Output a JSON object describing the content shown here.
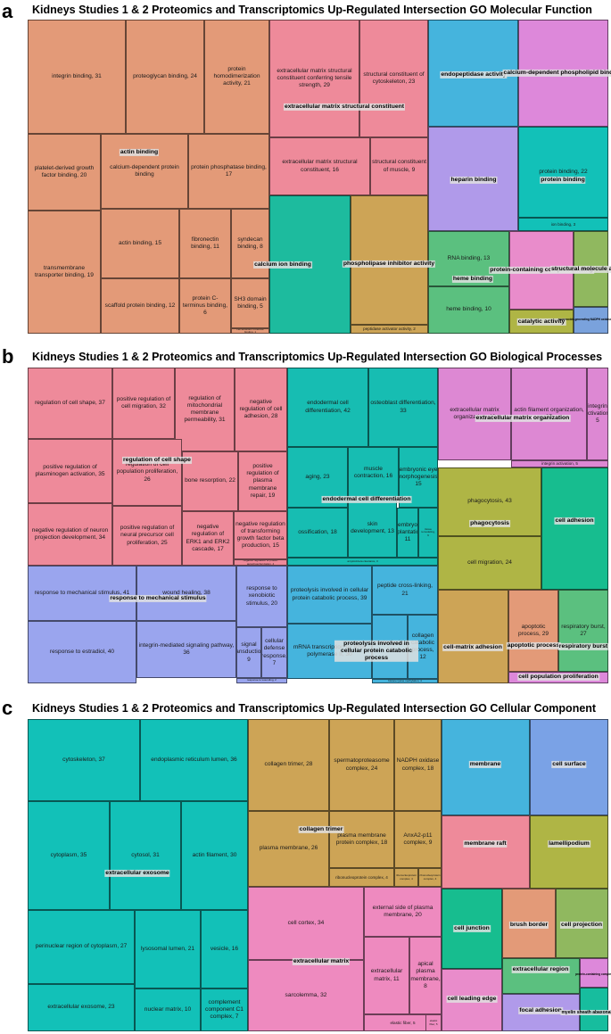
{
  "panels": [
    {
      "letter": "a",
      "title": "Kidneys Studies 1 & 2 Proteomics and Transcriptomics Up-Regulated Intersection GO Molecular Function"
    },
    {
      "letter": "b",
      "title": "Kidneys Studies 1 & 2 Proteomics and Transcriptomics Up-Regulated Intersection GO Biological Processes"
    },
    {
      "letter": "c",
      "title": "Kidneys Studies 1 & 2 Proteomics and Transcriptomics Up-Regulated Intersection GO Cellular Component"
    }
  ],
  "chart_data": [
    {
      "type": "treemap",
      "title": "Kidneys Studies 1 & 2 Proteomics and Transcriptomics Up-Regulated Intersection GO Molecular Function",
      "groups": [
        {
          "name": "actin binding",
          "color": "#E39A78",
          "terms": [
            {
              "label": "integrin binding, 31",
              "value": 31
            },
            {
              "label": "proteoglycan binding, 24",
              "value": 24
            },
            {
              "label": "protein homodimerization activity, 21",
              "value": 21
            },
            {
              "label": "platelet-derived growth factor binding, 20",
              "value": 20
            },
            {
              "label": "calcium-dependent protein binding",
              "value": null
            },
            {
              "label": "protein phosphatase binding, 17",
              "value": 17
            },
            {
              "label": "transmembrane transporter binding, 19",
              "value": 19
            },
            {
              "label": "actin binding, 15",
              "value": 15
            },
            {
              "label": "fibronectin binding, 11",
              "value": 11
            },
            {
              "label": "syndecan binding, 8",
              "value": 8
            },
            {
              "label": "scaffold protein binding, 12",
              "value": 12
            },
            {
              "label": "protein C-terminus binding, 6",
              "value": 6
            },
            {
              "label": "SH3 domain binding, 5",
              "value": 5
            },
            {
              "label": "cell adhesion molecule binding, 1",
              "value": 1
            }
          ]
        },
        {
          "name": "extracellular matrix structural constituent",
          "color": "#EE8A9A",
          "terms": [
            {
              "label": "extracellular matrix structural constituent conferring tensile strength, 29",
              "value": 29
            },
            {
              "label": "structural constituent of cytoskeleton, 23",
              "value": 23
            },
            {
              "label": "extracellular matrix structural constituent, 16",
              "value": 16
            },
            {
              "label": "structural constituent of muscle, 9",
              "value": 9
            }
          ]
        },
        {
          "name": "calcium ion binding",
          "color": "#1DBB9E",
          "terms": []
        },
        {
          "name": "phospholipase inhibitor activity",
          "color": "#CDA456",
          "terms": [
            {
              "label": "peptidase activator activity, 2",
              "value": 2
            }
          ]
        },
        {
          "name": "endopeptidase activity",
          "color": "#45B4DD",
          "terms": []
        },
        {
          "name": "calcium-dependent phospholipid binding",
          "color": "#DD88DA",
          "terms": []
        },
        {
          "name": "heparin binding",
          "color": "#B09AEA",
          "terms": []
        },
        {
          "name": "protein binding",
          "color": "#12C1B8",
          "terms": [
            {
              "label": "protein binding, 22",
              "value": 22
            },
            {
              "label": "ion binding, 3",
              "value": 3
            }
          ]
        },
        {
          "name": "heme binding",
          "color": "#5BC07F",
          "terms": [
            {
              "label": "RNA binding, 13",
              "value": 13
            },
            {
              "label": "heme binding, 10",
              "value": 10
            }
          ]
        },
        {
          "name": "protein-containing complex binding",
          "color": "#E98CCB",
          "terms": []
        },
        {
          "name": "catalytic activity",
          "color": "#AFB545",
          "terms": []
        },
        {
          "name": "structural molecule activity",
          "color": "#90B85F",
          "terms": []
        },
        {
          "name": "superoxide-generating NADPH oxidase activity",
          "color": "#7AA2DC",
          "terms": []
        }
      ]
    },
    {
      "type": "treemap",
      "title": "Kidneys Studies 1 & 2 Proteomics and Transcriptomics Up-Regulated Intersection GO Biological Processes",
      "groups": [
        {
          "name": "regulation of cell shape",
          "color": "#EE8A9A",
          "terms": [
            {
              "label": "regulation of cell shape, 37",
              "value": 37
            },
            {
              "label": "positive regulation of cell migration, 32",
              "value": 32
            },
            {
              "label": "regulation of mitochondrial membrane permeability, 31",
              "value": 31
            },
            {
              "label": "negative regulation of cell adhesion, 28",
              "value": 28
            },
            {
              "label": "positive regulation of plasminogen activation, 35",
              "value": 35
            },
            {
              "label": "regulation of cell population proliferation, 26",
              "value": 26
            },
            {
              "label": "bone resorption, 22",
              "value": 22
            },
            {
              "label": "positive regulation of plasma membrane repair, 19",
              "value": 19
            },
            {
              "label": "negative regulation of neuron projection development, 34",
              "value": 34
            },
            {
              "label": "positive regulation of neural precursor cell proliferation, 25",
              "value": 25
            },
            {
              "label": "negative regulation of ERK1 and ERK2 cascade, 17",
              "value": 17
            },
            {
              "label": "negative regulation of transforming growth factor beta production, 15",
              "value": 15
            },
            {
              "label": "negative regulation of protein autophosphorylation, 4",
              "value": 4
            }
          ]
        },
        {
          "name": "endodermal cell differentiation",
          "color": "#17BDB2",
          "terms": [
            {
              "label": "endodermal cell differentiation, 42",
              "value": 42
            },
            {
              "label": "osteoblast differentiation, 33",
              "value": 33
            },
            {
              "label": "aging, 23",
              "value": 23
            },
            {
              "label": "muscle contraction, 16",
              "value": 16
            },
            {
              "label": "embryonic eye morphogenesis, 15",
              "value": 15
            },
            {
              "label": "ossification, 18",
              "value": 18
            },
            {
              "label": "skin development, 13",
              "value": 13
            },
            {
              "label": "embryo implantation, 11",
              "value": 11
            },
            {
              "label": "tissue remodeling, 9",
              "value": 9
            },
            {
              "label": "amyloid-beta clearance, 3",
              "value": 3
            }
          ]
        },
        {
          "name": "extracellular matrix organization",
          "color": "#DD88D3",
          "terms": [
            {
              "label": "extracellular matrix organization, 46",
              "value": 46
            },
            {
              "label": "actin filament organization, 35",
              "value": 35
            },
            {
              "label": "integrin activation, 5",
              "value": 5
            }
          ]
        },
        {
          "name": "phagocytosis",
          "color": "#AFB545",
          "terms": [
            {
              "label": "phagocytosis, 43",
              "value": 43
            },
            {
              "label": "cell migration, 24",
              "value": 24
            },
            {
              "label": "cytoplasmic sequestering of protein, 4",
              "value": 4
            }
          ]
        },
        {
          "name": "cell adhesion",
          "color": "#17BD8F",
          "terms": []
        },
        {
          "name": "response to mechanical stimulus",
          "color": "#9AA5EE",
          "terms": [
            {
              "label": "response to mechanical stimulus, 41",
              "value": 41
            },
            {
              "label": "wound healing, 38",
              "value": 38
            },
            {
              "label": "response to xenobiotic stimulus, 20",
              "value": 20
            },
            {
              "label": "response to estradiol, 40",
              "value": 40
            },
            {
              "label": "integrin-mediated signaling pathway, 36",
              "value": 36
            },
            {
              "label": "signal transduction, 9",
              "value": 9
            },
            {
              "label": "cellular defense response, 7",
              "value": 7
            },
            {
              "label": "response to wounding, 2",
              "value": 2
            }
          ]
        },
        {
          "name": "proteolysis involved in cellular protein catabolic process",
          "color": "#45B4DD",
          "terms": [
            {
              "label": "proteolysis involved in cellular protein catabolic process, 39",
              "value": 39
            },
            {
              "label": "peptide cross-linking, 21",
              "value": 21
            },
            {
              "label": "mRNA transcription by RNA polymerase II, 30",
              "value": 30
            },
            {
              "label": "proteolysis, 14",
              "value": 14
            },
            {
              "label": "collagen catabolic process, 12",
              "value": 12
            },
            {
              "label": "histone lysine methylation, 4",
              "value": 4
            }
          ]
        },
        {
          "name": "cell-matrix adhesion",
          "color": "#CDA456",
          "terms": []
        },
        {
          "name": "apoptotic process",
          "color": "#E39A78",
          "terms": [
            {
              "label": "apoptotic process, 29",
              "value": 29
            }
          ]
        },
        {
          "name": "respiratory burst",
          "color": "#5BC07F",
          "terms": [
            {
              "label": "respiratory burst, 27",
              "value": 27
            }
          ]
        },
        {
          "name": "cell population proliferation",
          "color": "#DD88DA",
          "terms": []
        }
      ]
    },
    {
      "type": "treemap",
      "title": "Kidneys Studies 1 & 2 Proteomics and Transcriptomics Up-Regulated Intersection GO Cellular Component",
      "groups": [
        {
          "name": "extracellular exosome",
          "color": "#12C1B8",
          "terms": [
            {
              "label": "cytoskeleton, 37",
              "value": 37
            },
            {
              "label": "endoplasmic reticulum lumen, 36",
              "value": 36
            },
            {
              "label": "cytoplasm, 35",
              "value": 35
            },
            {
              "label": "cytosol, 31",
              "value": 31
            },
            {
              "label": "actin filament, 30",
              "value": 30
            },
            {
              "label": "perinuclear region of cytoplasm, 27",
              "value": 27
            },
            {
              "label": "lysosomal lumen, 21",
              "value": 21
            },
            {
              "label": "vesicle, 16",
              "value": 16
            },
            {
              "label": "extracellular exosome, 23",
              "value": 23
            },
            {
              "label": "nuclear matrix, 10",
              "value": 10
            },
            {
              "label": "complement component C1 complex, 7",
              "value": 7
            }
          ]
        },
        {
          "name": "collagen trimer",
          "color": "#CDA456",
          "terms": [
            {
              "label": "collagen trimer, 28",
              "value": 28
            },
            {
              "label": "spermatoproteasome complex, 24",
              "value": 24
            },
            {
              "label": "NADPH oxidase complex, 18",
              "value": 18
            },
            {
              "label": "plasma membrane, 26",
              "value": 26
            },
            {
              "label": "plasma membrane protein complex, 18",
              "value": 18
            },
            {
              "label": "AnxA2-p11 complex, 9",
              "value": 9
            },
            {
              "label": "ribonucleoprotein complex, 4",
              "value": 4
            }
          ]
        },
        {
          "name": "extracellular matrix",
          "color": "#EE8ABF",
          "terms": [
            {
              "label": "cell cortex, 34",
              "value": 34
            },
            {
              "label": "external side of plasma membrane, 20",
              "value": 20
            },
            {
              "label": "sarcolemma, 32",
              "value": 32
            },
            {
              "label": "extracellular matrix, 11",
              "value": 11
            },
            {
              "label": "apical plasma membrane, 8",
              "value": 8
            },
            {
              "label": "elastic fiber, 5",
              "value": 5
            }
          ]
        },
        {
          "name": "membrane",
          "color": "#45B4DD",
          "terms": []
        },
        {
          "name": "cell surface",
          "color": "#7AA2E6",
          "terms": []
        },
        {
          "name": "membrane raft",
          "color": "#EE8A9A",
          "terms": []
        },
        {
          "name": "lamellipodium",
          "color": "#AFB545",
          "terms": []
        },
        {
          "name": "cell junction",
          "color": "#17BD8F",
          "terms": []
        },
        {
          "name": "brush border",
          "color": "#E39A78",
          "terms": []
        },
        {
          "name": "cell projection",
          "color": "#90B85F",
          "terms": []
        },
        {
          "name": "cell leading edge",
          "color": "#E98CCB",
          "terms": []
        },
        {
          "name": "extracellular region",
          "color": "#5BC07F",
          "terms": []
        },
        {
          "name": "focal adhesion",
          "color": "#B09AEA",
          "terms": []
        },
        {
          "name": "protein-containing complex",
          "color": "#DD88DA",
          "terms": []
        },
        {
          "name": "myelin sheath abaxonal region",
          "color": "#17BD9E",
          "terms": []
        }
      ]
    }
  ]
}
